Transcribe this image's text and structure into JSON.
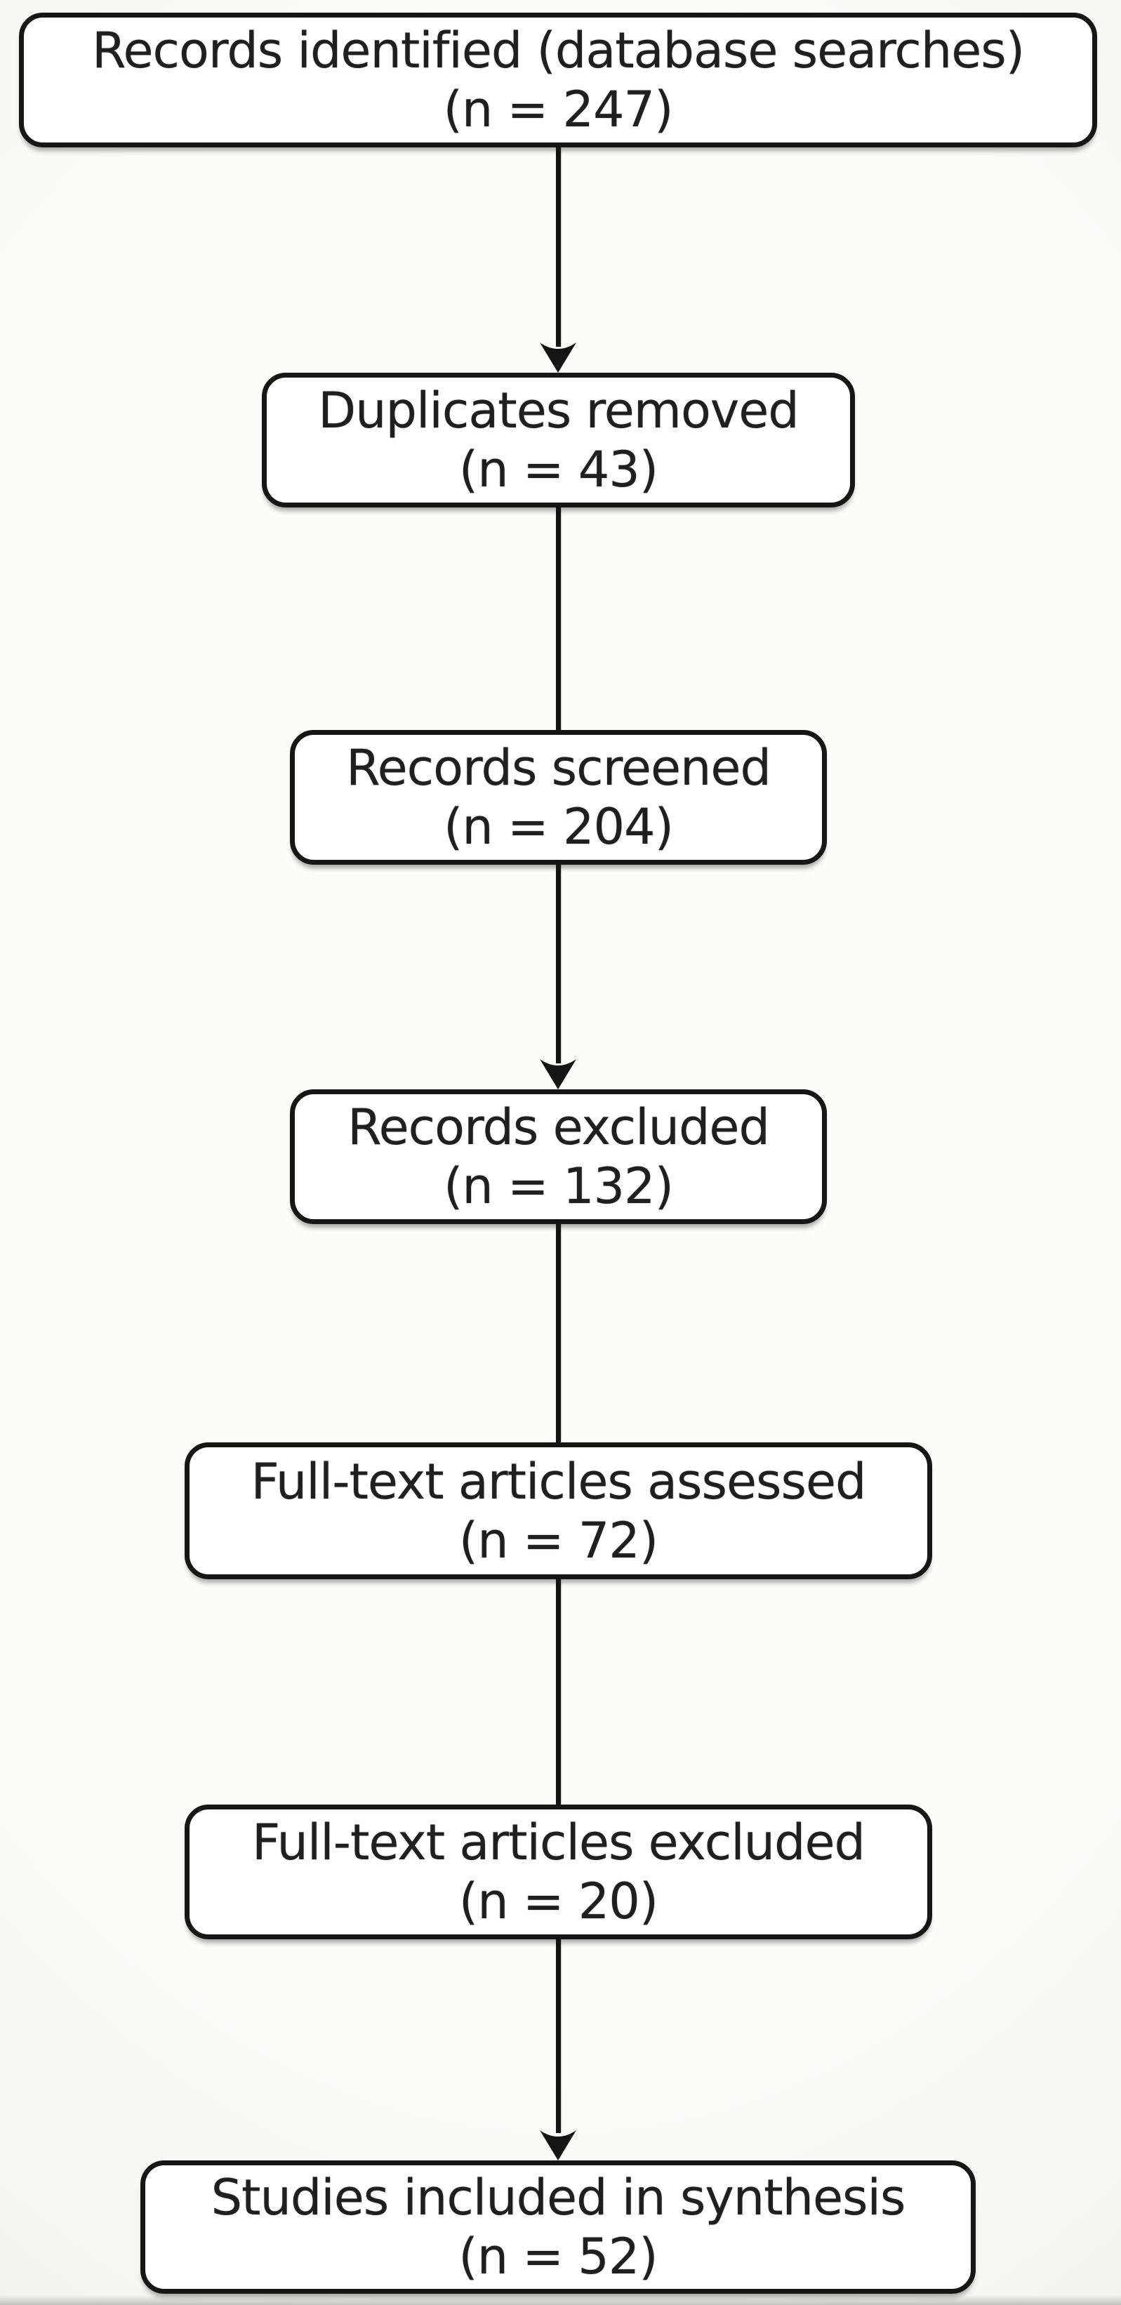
{
  "figure": {
    "background_color": "#f4f4f2",
    "box_fill_color": "#ffffff",
    "line_color": "#141414",
    "text_color": "#1f1f1f"
  },
  "diagram": {
    "type": "flowchart",
    "direction": "top-down",
    "nodes": [
      {
        "id": "records-identified",
        "label": "Records identified (database searches)",
        "count": "(n = 247)",
        "n": 247
      },
      {
        "id": "duplicates-removed",
        "label": "Duplicates removed",
        "count": "(n = 43)",
        "n": 43
      },
      {
        "id": "records-screened",
        "label": "Records screened",
        "count": "(n = 204)",
        "n": 204
      },
      {
        "id": "records-excluded",
        "label": "Records excluded",
        "count": "(n = 132)",
        "n": 132
      },
      {
        "id": "fulltext-assessed",
        "label": "Full-text articles assessed",
        "count": "(n = 72)",
        "n": 72
      },
      {
        "id": "fulltext-excluded",
        "label": "Full-text articles excluded",
        "count": "(n = 20)",
        "n": 20
      },
      {
        "id": "studies-included",
        "label": "Studies included in synthesis",
        "count": "(n = 52)",
        "n": 52
      }
    ],
    "edges": [
      {
        "from": "records-identified",
        "to": "duplicates-removed",
        "arrowhead": true
      },
      {
        "from": "duplicates-removed",
        "to": "records-screened",
        "arrowhead": false
      },
      {
        "from": "records-screened",
        "to": "records-excluded",
        "arrowhead": true
      },
      {
        "from": "records-excluded",
        "to": "fulltext-assessed",
        "arrowhead": false
      },
      {
        "from": "fulltext-assessed",
        "to": "fulltext-excluded",
        "arrowhead": false
      },
      {
        "from": "fulltext-excluded",
        "to": "studies-included",
        "arrowhead": true
      }
    ]
  }
}
